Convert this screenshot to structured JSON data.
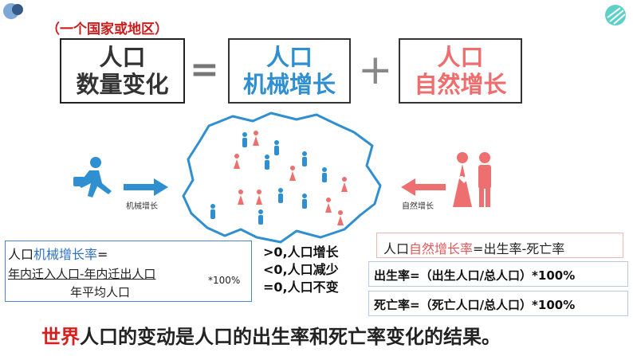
{
  "header": {
    "region_label": "（一个国家或地区）"
  },
  "equation": {
    "pop_change": [
      "人口",
      "数量变化"
    ],
    "equals": "=",
    "mechanical": [
      "人口",
      "机械增长"
    ],
    "plus": "+",
    "natural": [
      "人口",
      "自然增长"
    ]
  },
  "illustration": {
    "left_arrow_label": "机械增长",
    "right_arrow_label": "自然增长",
    "colors": {
      "male": "#2f8fd0",
      "female": "#ee6f6f",
      "map_outline": "#2f8fd0"
    }
  },
  "mech_formula": {
    "prefix": "人口",
    "highlight": "机械增长率",
    "suffix": "=",
    "numerator": "年内迁入人口-年内迁出人口",
    "denominator": "年平均人口",
    "multiplier": "*100%"
  },
  "rules": [
    ">0,人口增长",
    "<0,人口减少",
    "=0,人口不变"
  ],
  "natural_formulas": {
    "growth_prefix": "人口",
    "growth_highlight": "自然增长率",
    "growth_suffix": "=出生率-死亡率",
    "birth_rate": "出生率=（出生人口/总人口）*100%",
    "death_rate": "死亡率=（死亡人口/总人口）*100%"
  },
  "conclusion": {
    "highlight": "世界",
    "rest": "人口的变动是人口的出生率和死亡率变化的结果。"
  }
}
